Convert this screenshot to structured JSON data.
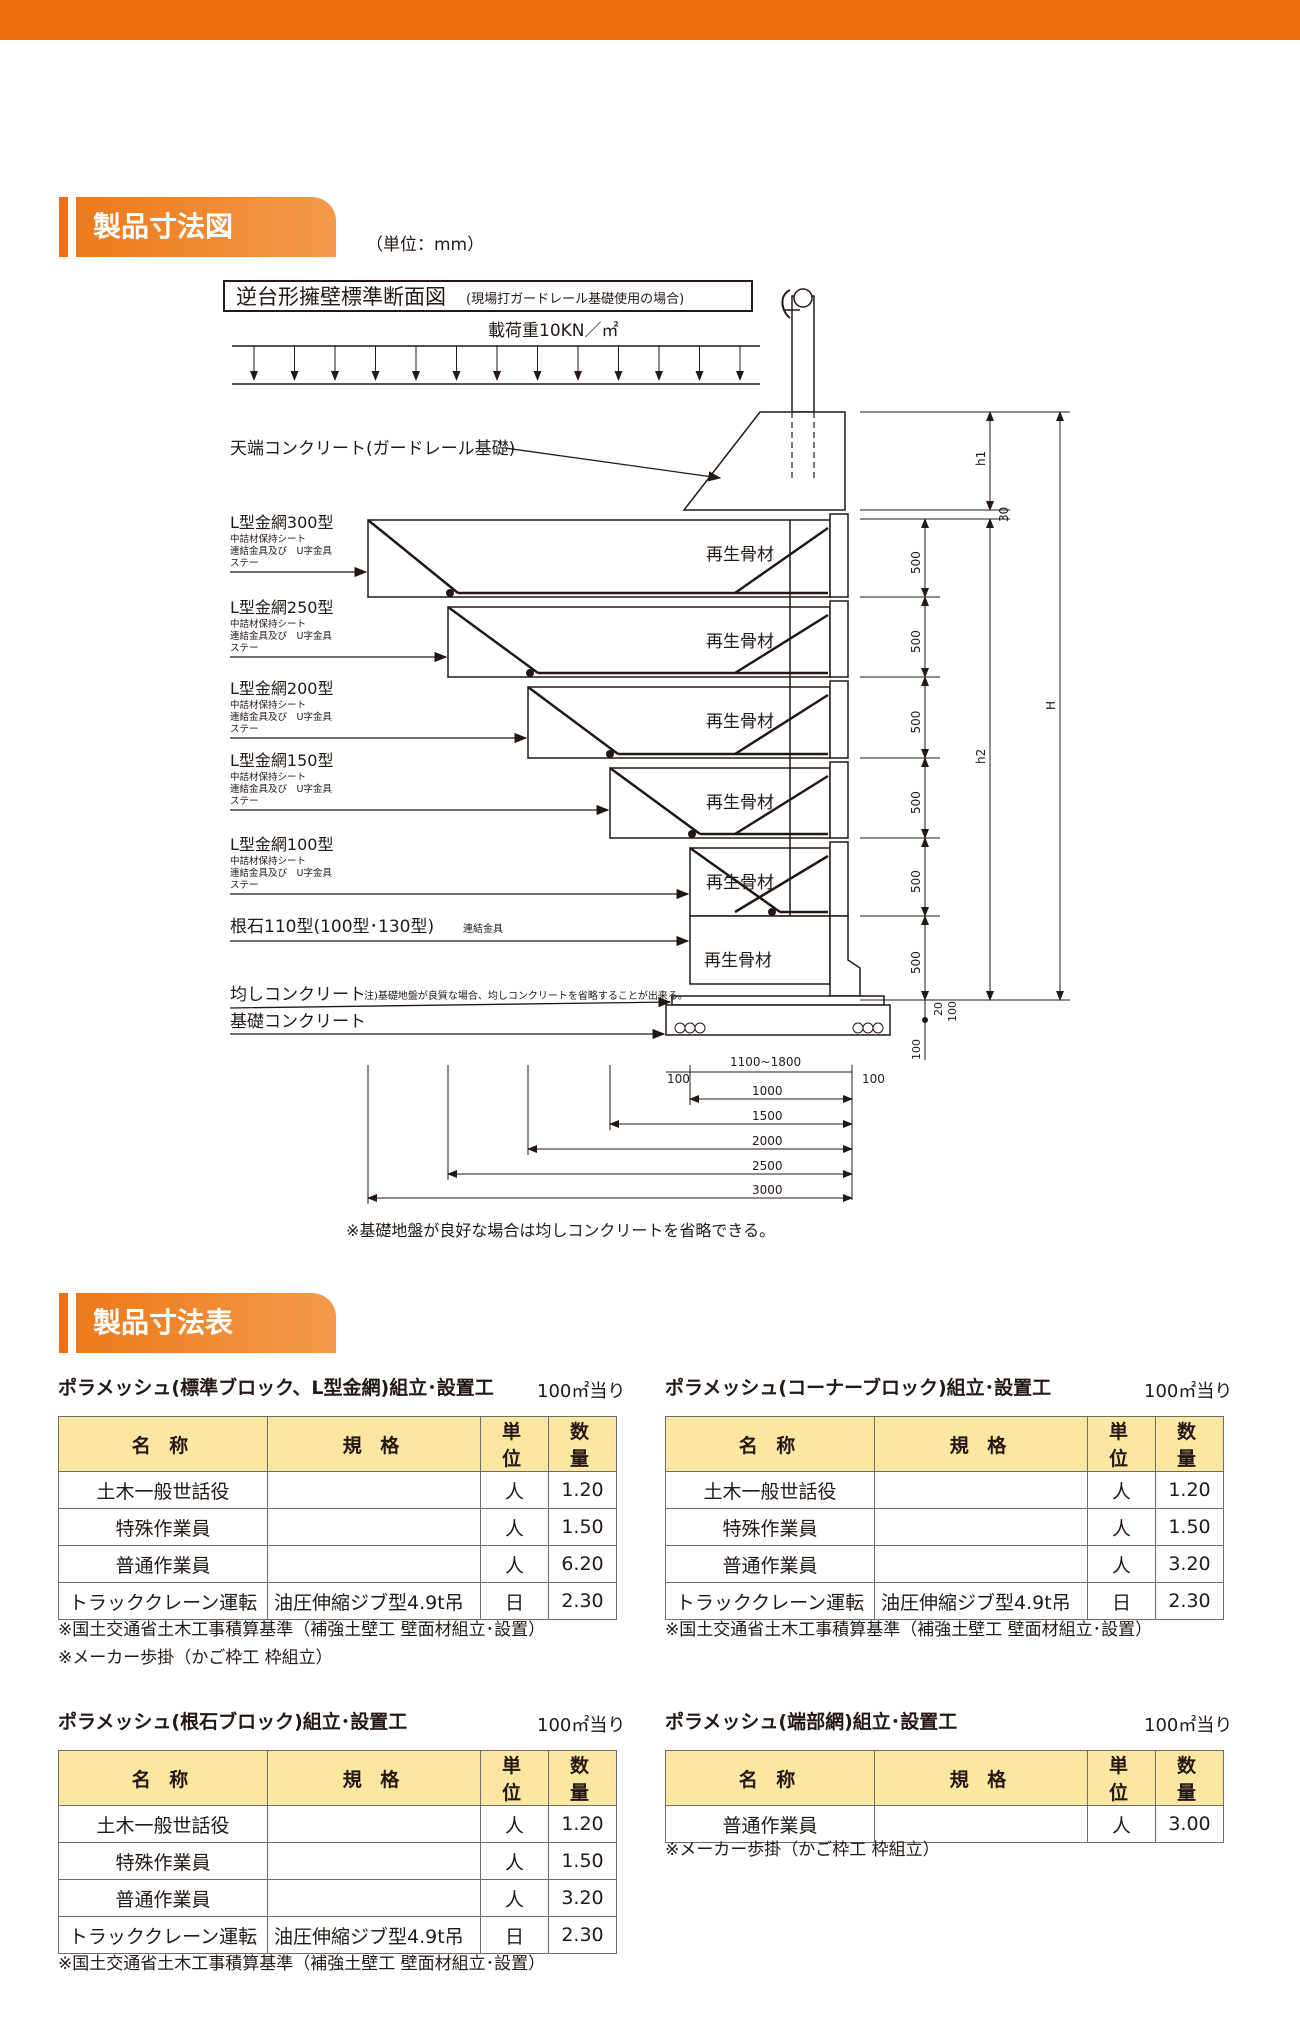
{
  "section1": {
    "title": "製品寸法図",
    "unit": "（単位：mm）"
  },
  "diagram": {
    "box_title": "逆台形擁壁標準断面図",
    "box_subtitle": "(現場打ガードレール基礎使用の場合)",
    "load": "載荷重10KN／㎡",
    "top_concrete": "天端コンクリート(ガードレール基礎)",
    "levels": [
      {
        "label": "L型金網300型",
        "s1": "中詰材保持シート",
        "s2": "連結金具及び　U字金具",
        "s3": "ステー"
      },
      {
        "label": "L型金網250型",
        "s1": "中詰材保持シート",
        "s2": "連結金具及び　U字金具",
        "s3": "ステー"
      },
      {
        "label": "L型金網200型",
        "s1": "中詰材保持シート",
        "s2": "連結金具及び　U字金具",
        "s3": "ステー"
      },
      {
        "label": "L型金網150型",
        "s1": "中詰材保持シート",
        "s2": "連結金具及び　U字金具",
        "s3": "ステー"
      },
      {
        "label": "L型金網100型",
        "s1": "中詰材保持シート",
        "s2": "連結金具及び　U字金具",
        "s3": "ステー"
      }
    ],
    "base_block": "根石110型(100型･130型)",
    "base_block_small": "連結金具",
    "leveling": "均しコンクリート",
    "leveling_note": "注)基礎地盤が良質な場合、均しコンクリートを省略することが出来る。",
    "foundation": "基礎コンクリート",
    "fill": "再生骨材",
    "dim_500": "500",
    "dim_h1": "h1",
    "dim_h2": "h2",
    "dim_H": "H",
    "dim_30": "30",
    "dim_20": "20",
    "dim_100": "100",
    "base_width": "1100~1800",
    "widths": [
      "1000",
      "1500",
      "2000",
      "2500",
      "3000"
    ],
    "bottom_note": "※基礎地盤が良好な場合は均しコンクリートを省略できる。"
  },
  "section2": {
    "title": "製品寸法表"
  },
  "headers": {
    "name": "名 称",
    "spec": "規 格",
    "unit": "単 位",
    "qty": "数 量"
  },
  "tables": [
    {
      "title": "ポラメッシュ(標準ブロック、L型金網)組立･設置工",
      "per": "100㎡当り",
      "rows": [
        {
          "name": "土木一般世話役",
          "spec": "",
          "unit": "人",
          "qty": "1.20"
        },
        {
          "name": "特殊作業員",
          "spec": "",
          "unit": "人",
          "qty": "1.50"
        },
        {
          "name": "普通作業員",
          "spec": "",
          "unit": "人",
          "qty": "6.20"
        },
        {
          "name": "トラッククレーン運転",
          "spec": "油圧伸縮ジブ型4.9t吊",
          "unit": "日",
          "qty": "2.30"
        }
      ],
      "notes": [
        "※国土交通省土木工事積算基準（補強土壁工 壁面材組立･設置）",
        "※メーカー歩掛（かご枠工 枠組立）"
      ]
    },
    {
      "title": "ポラメッシュ(コーナーブロック)組立･設置工",
      "per": "100㎡当り",
      "rows": [
        {
          "name": "土木一般世話役",
          "spec": "",
          "unit": "人",
          "qty": "1.20"
        },
        {
          "name": "特殊作業員",
          "spec": "",
          "unit": "人",
          "qty": "1.50"
        },
        {
          "name": "普通作業員",
          "spec": "",
          "unit": "人",
          "qty": "3.20"
        },
        {
          "name": "トラッククレーン運転",
          "spec": "油圧伸縮ジブ型4.9t吊",
          "unit": "日",
          "qty": "2.30"
        }
      ],
      "notes": [
        "※国土交通省土木工事積算基準（補強土壁工 壁面材組立･設置）"
      ]
    },
    {
      "title": "ポラメッシュ(根石ブロック)組立･設置工",
      "per": "100㎡当り",
      "rows": [
        {
          "name": "土木一般世話役",
          "spec": "",
          "unit": "人",
          "qty": "1.20"
        },
        {
          "name": "特殊作業員",
          "spec": "",
          "unit": "人",
          "qty": "1.50"
        },
        {
          "name": "普通作業員",
          "spec": "",
          "unit": "人",
          "qty": "3.20"
        },
        {
          "name": "トラッククレーン運転",
          "spec": "油圧伸縮ジブ型4.9t吊",
          "unit": "日",
          "qty": "2.30"
        }
      ],
      "notes": [
        "※国土交通省土木工事積算基準（補強土壁工 壁面材組立･設置）"
      ]
    },
    {
      "title": "ポラメッシュ(端部網)組立･設置工",
      "per": "100㎡当り",
      "rows": [
        {
          "name": "普通作業員",
          "spec": "",
          "unit": "人",
          "qty": "3.00"
        }
      ],
      "notes": [
        "※メーカー歩掛（かご枠工 枠組立）"
      ]
    }
  ]
}
